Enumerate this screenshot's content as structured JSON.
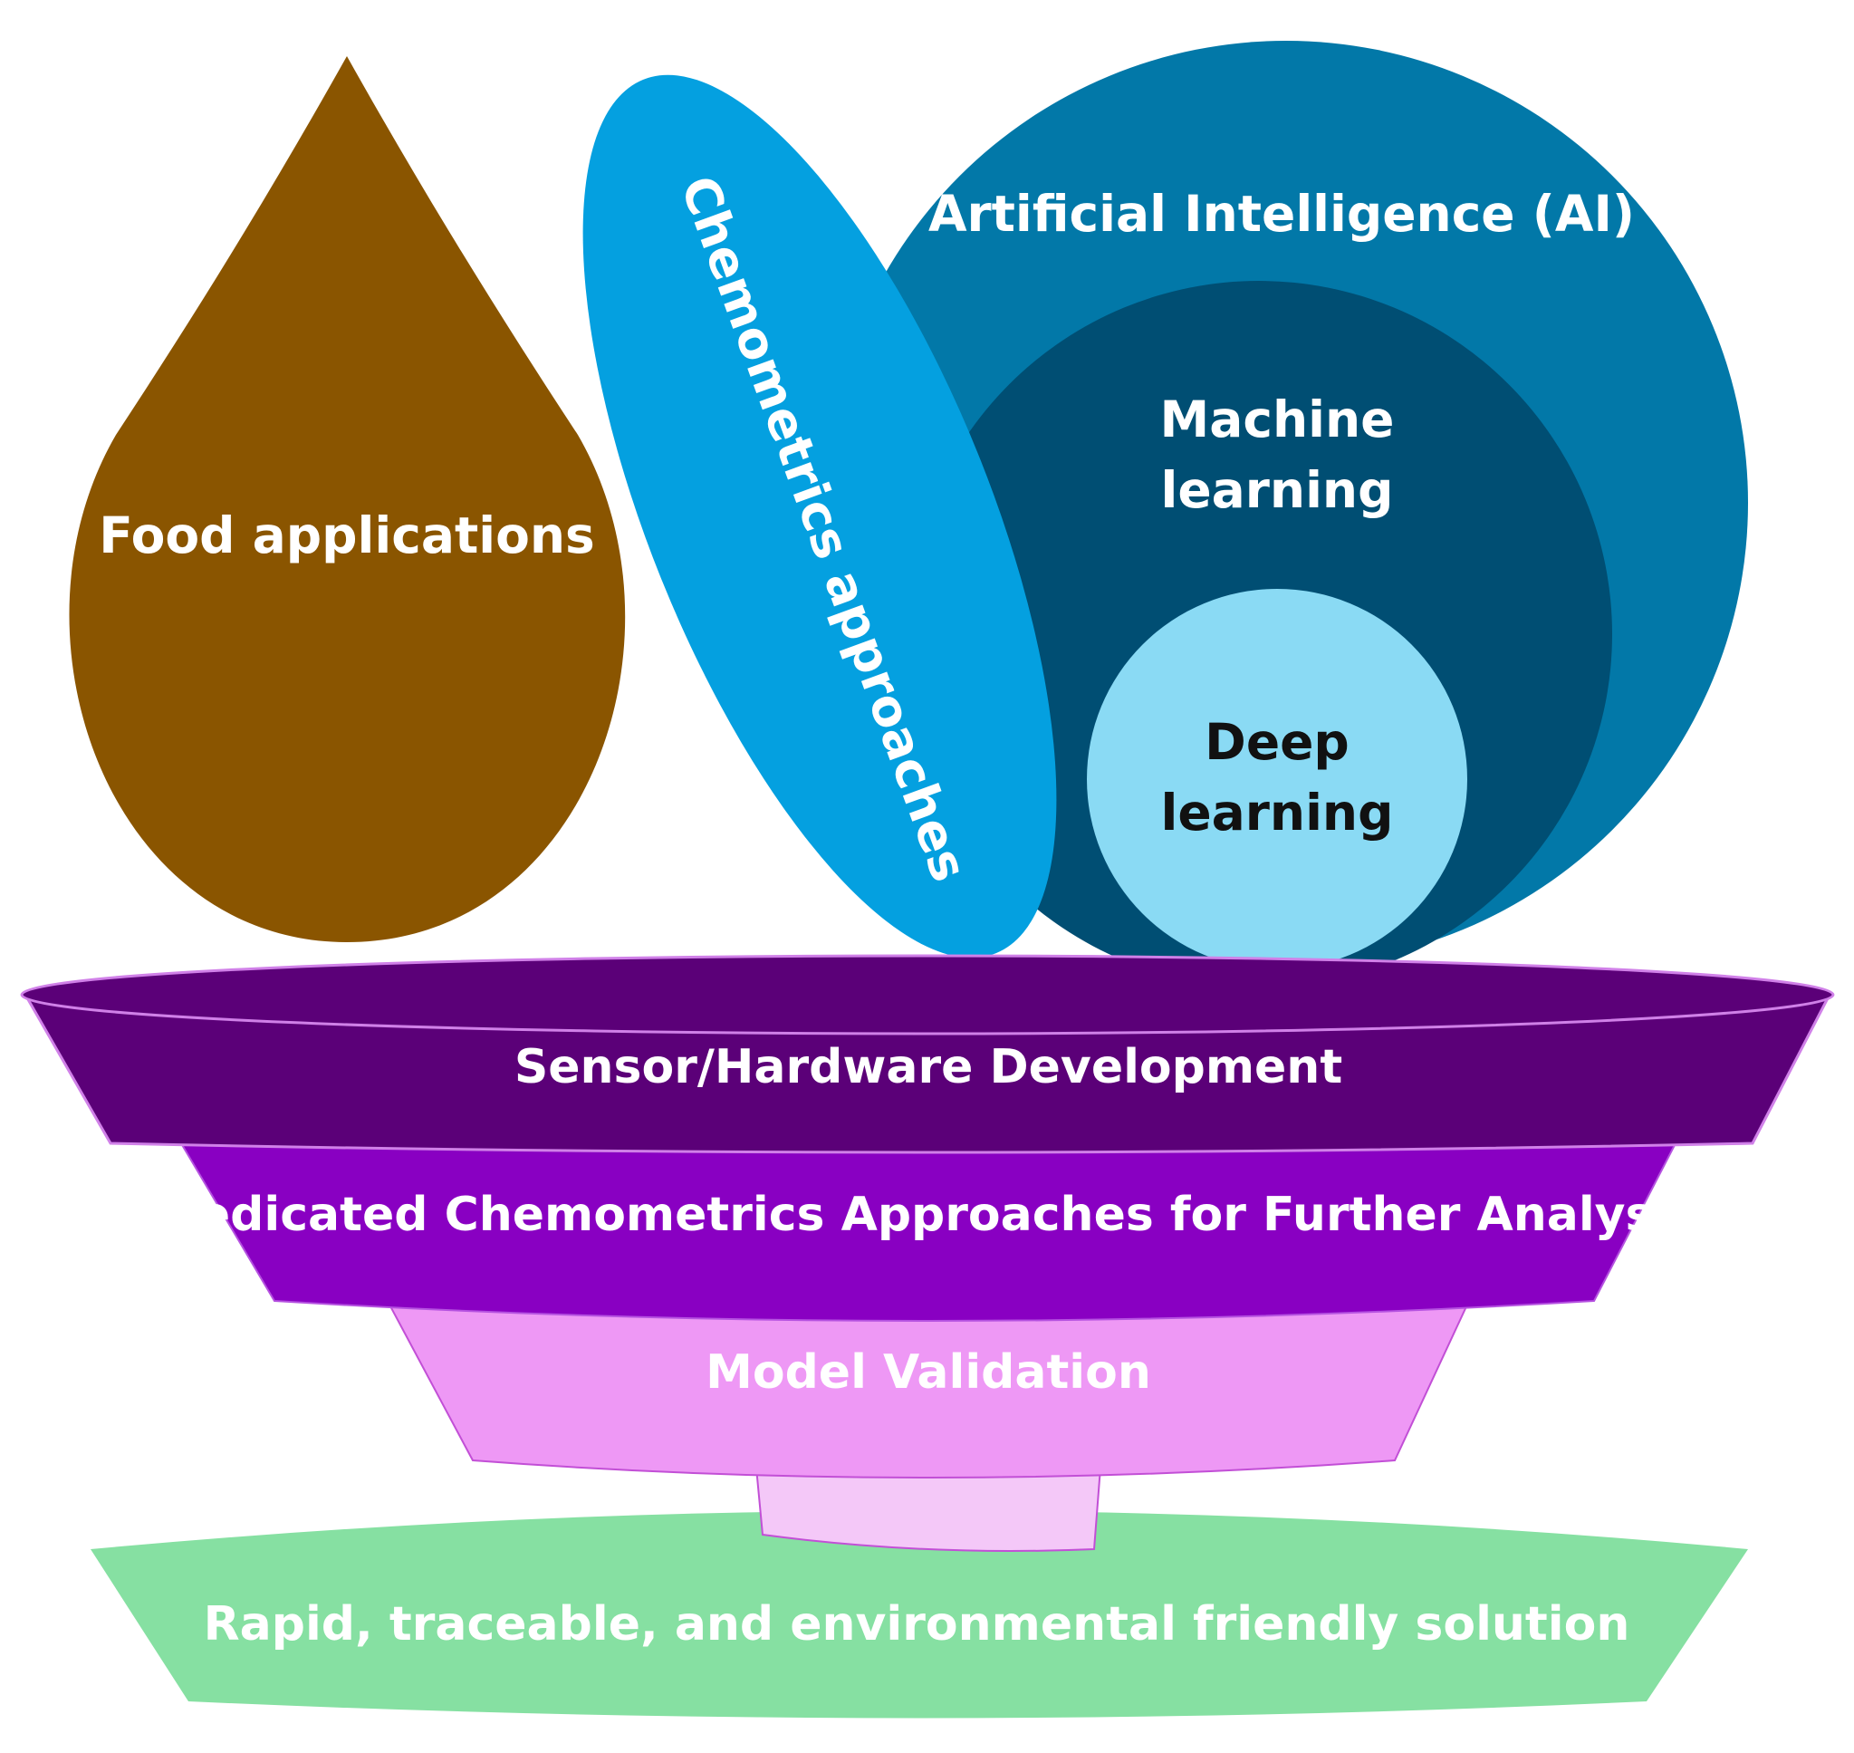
{
  "colors": {
    "food_drop": "#8a5500",
    "chemometrics_ellipse": "#04a0e0",
    "ai_circle": "#0278a8",
    "ml_circle": "#004e73",
    "dl_circle": "#8adaf4",
    "sensor_layer": "#5b0078",
    "dedicated_layer": "#8900c2",
    "validation_layer": "#ee98f5",
    "outlet": "#f4c8f8",
    "solution_base": "#86e0a2"
  },
  "top": {
    "food_label": "Food applications",
    "chemometrics_label": "Chemometrics approaches",
    "ai_label": "Artificial Intelligence (AI)",
    "ml_label_line1": "Machine",
    "ml_label_line2": "learning",
    "dl_label_line1": "Deep",
    "dl_label_line2": "learning"
  },
  "funnel": {
    "layer1_label": "Sensor/Hardware Development",
    "layer2_label": "Dedicated Chemometrics Approaches for Further Analysis",
    "layer3_label": "Model Validation",
    "base_label": "Rapid, traceable, and environmental friendly solution"
  }
}
